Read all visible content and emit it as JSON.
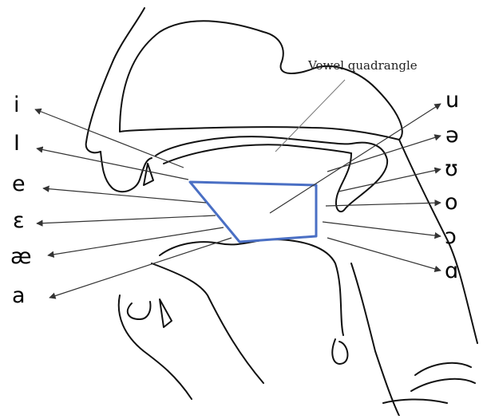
{
  "diagram": {
    "title": "Vowel quadrangle",
    "colors": {
      "quadrangle": "#4a6fc4",
      "outline": "#111111",
      "pointer": "#333333"
    },
    "left_vowels": [
      "i",
      "I",
      "e",
      "ɛ",
      "æ",
      "a"
    ],
    "right_vowels": [
      "u",
      "ə",
      "ʊ",
      "o",
      "ɔ",
      "ɑ"
    ]
  }
}
